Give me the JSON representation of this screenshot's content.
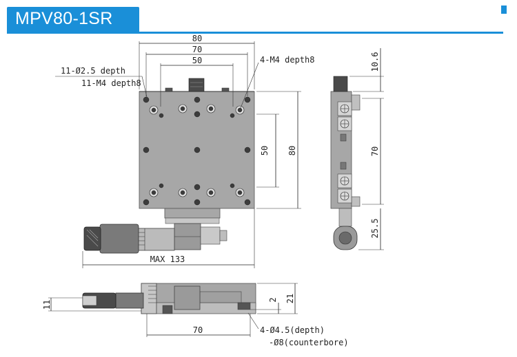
{
  "title": "MPV80-1SR",
  "dims": {
    "top_80": "80",
    "top_70": "70",
    "top_50": "50",
    "right_50": "50",
    "right_80": "80",
    "side_10_6": "10.6",
    "side_70": "70",
    "side_25_5": "25.5",
    "bottom_max": "MAX 133",
    "bottom_70": "70",
    "bottom_11": "11",
    "bottom_2": "2",
    "bottom_21": "21"
  },
  "notes": {
    "holes_1": "11-Ø2.5 depth",
    "holes_2": "11-M4 depth8",
    "m4": "4-M4 depth8",
    "cb_1": "4-Ø4.5(depth)",
    "cb_2": "-Ø8(counterbore)"
  }
}
